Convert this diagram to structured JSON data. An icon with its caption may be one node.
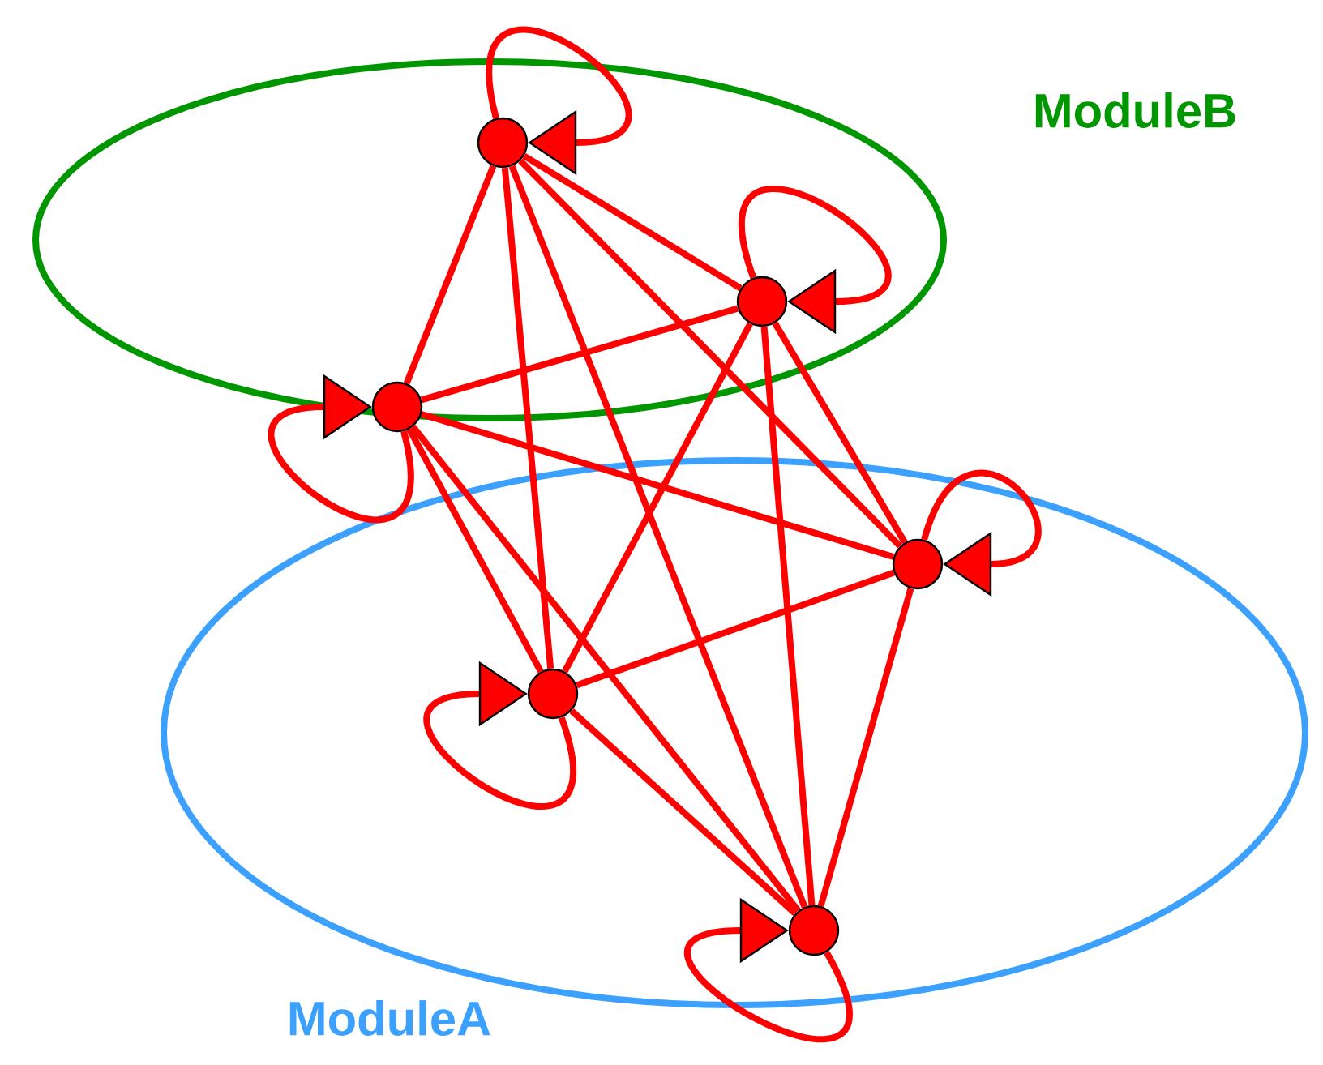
{
  "diagram": {
    "nodes": [
      {
        "text": [
          "ModuleB"
        ]
      },
      {
        "text": [
          "ModuleA"
        ]
      },
      {
        "text": [],
        "shape": "circle",
        "in": 0
      },
      {
        "text": [],
        "shape": "circle",
        "in": 0
      },
      {
        "text": [],
        "shape": "circle",
        "in": 0
      },
      {
        "text": [],
        "shape": "circle",
        "in": 1
      },
      {
        "text": [],
        "shape": "circle",
        "in": 1
      },
      {
        "text": [],
        "shape": "circle",
        "in": 1
      }
    ],
    "edges": [
      {
        "from": 2,
        "to": 2,
        "arrow": "to"
      },
      {
        "from": 3,
        "to": 3,
        "arrow": "to"
      },
      {
        "from": 4,
        "to": 4,
        "arrow": "to"
      },
      {
        "from": 5,
        "to": 5,
        "arrow": "to"
      },
      {
        "from": 6,
        "to": 6,
        "arrow": "to"
      },
      {
        "from": 7,
        "to": 7,
        "arrow": "to"
      },
      {
        "from": 2,
        "to": 3,
        "arrow": "none"
      },
      {
        "from": 2,
        "to": 4,
        "arrow": "none"
      },
      {
        "from": 2,
        "to": 5,
        "arrow": "none"
      },
      {
        "from": 2,
        "to": 6,
        "arrow": "none"
      },
      {
        "from": 2,
        "to": 7,
        "arrow": "none"
      },
      {
        "from": 3,
        "to": 4,
        "arrow": "none"
      },
      {
        "from": 3,
        "to": 5,
        "arrow": "none"
      },
      {
        "from": 3,
        "to": 6,
        "arrow": "none"
      },
      {
        "from": 3,
        "to": 7,
        "arrow": "none"
      },
      {
        "from": 4,
        "to": 5,
        "arrow": "none"
      },
      {
        "from": 4,
        "to": 6,
        "arrow": "none"
      },
      {
        "from": 4,
        "to": 7,
        "arrow": "none"
      },
      {
        "from": 5,
        "to": 6,
        "arrow": "none"
      },
      {
        "from": 5,
        "to": 7,
        "arrow": "none"
      },
      {
        "from": 6,
        "to": 7,
        "arrow": "none"
      }
    ]
  }
}
